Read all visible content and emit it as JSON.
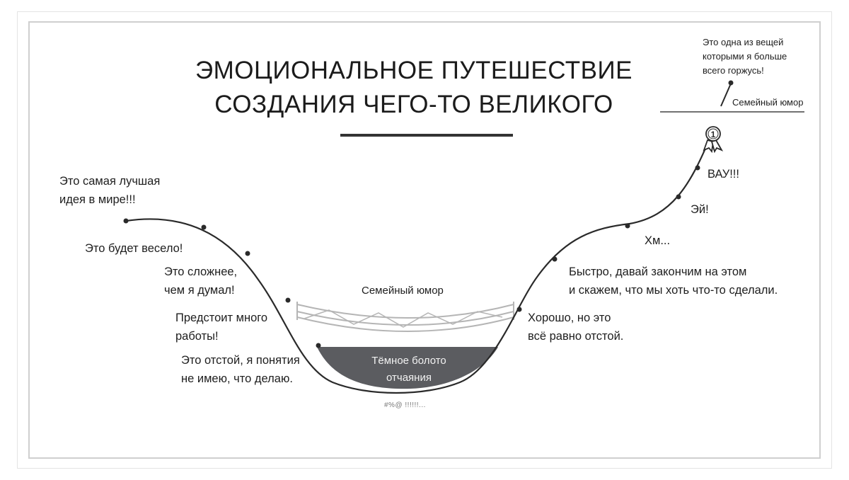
{
  "title": {
    "line1": "ЭМОЦИОНАЛЬНОЕ ПУТЕШЕСТВИЕ",
    "line2": "СОЗДАНИЯ ЧЕГО-ТО ВЕЛИКОГО"
  },
  "labels": {
    "best_idea": "Это самая лучшая\nидея в мире!!!",
    "fun": "Это будет весело!",
    "harder": "Это сложнее,\nчем я думал!",
    "lots_of_work": "Предстоит много\nработы!",
    "no_idea": "Это отстой, я понятия\nне имею, что делаю.",
    "bridge": "Семейный юмор",
    "swamp": "Тёмное болото\nотчаяния",
    "swearing": "#%@ !!!!!!...",
    "still_sucks": "Хорошо, но это\nвсё равно отстой.",
    "finish": "Быстро, давай закончим на этом\nи скажем, что мы хоть что-то сделали.",
    "hm": "Хм...",
    "hey": "Эй!",
    "wow": "ВАУ!!!",
    "proud": "Это одна из вещей\nкоторыми я больше\nвсего  горжусь!",
    "flag": "Семейный юмор"
  },
  "medal": {
    "rank": "1"
  }
}
